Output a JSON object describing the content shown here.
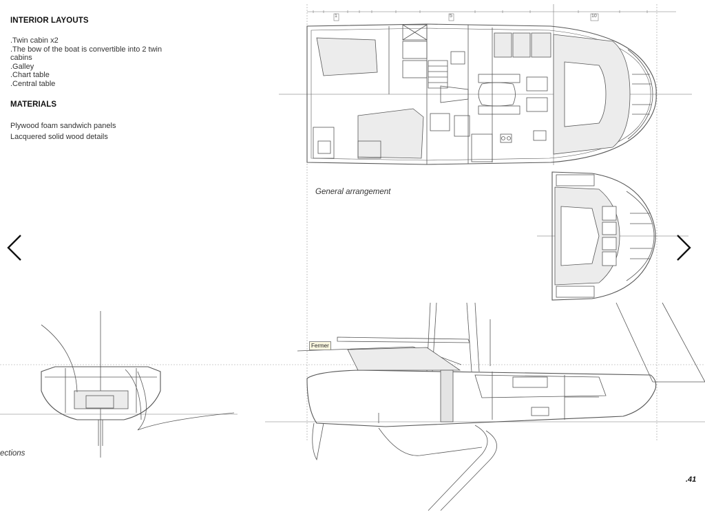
{
  "sections": {
    "interior_title": "INTERIOR LAYOUTS",
    "interior_items": [
      ".Twin cabin x2",
      ".The bow of the boat is convertible into 2 twin cabins",
      ".Galley",
      ".Chart table",
      ".Central table"
    ],
    "materials_title": "MATERIALS",
    "materials_items": [
      "Plywood foam sandwich panels",
      "Lacquered solid wood details"
    ]
  },
  "captions": {
    "general_arrangement": "General arrangement",
    "sections_partial": "ections"
  },
  "frame_markers": [
    "1",
    "5",
    "10"
  ],
  "tooltip": "Fermer",
  "page_number": ".41",
  "navigation": {
    "prev_icon": "chevron-left-icon",
    "next_icon": "chevron-right-icon"
  },
  "colors": {
    "line": "#555555",
    "fill": "#eeeeee",
    "guide": "#9a9a9a"
  }
}
